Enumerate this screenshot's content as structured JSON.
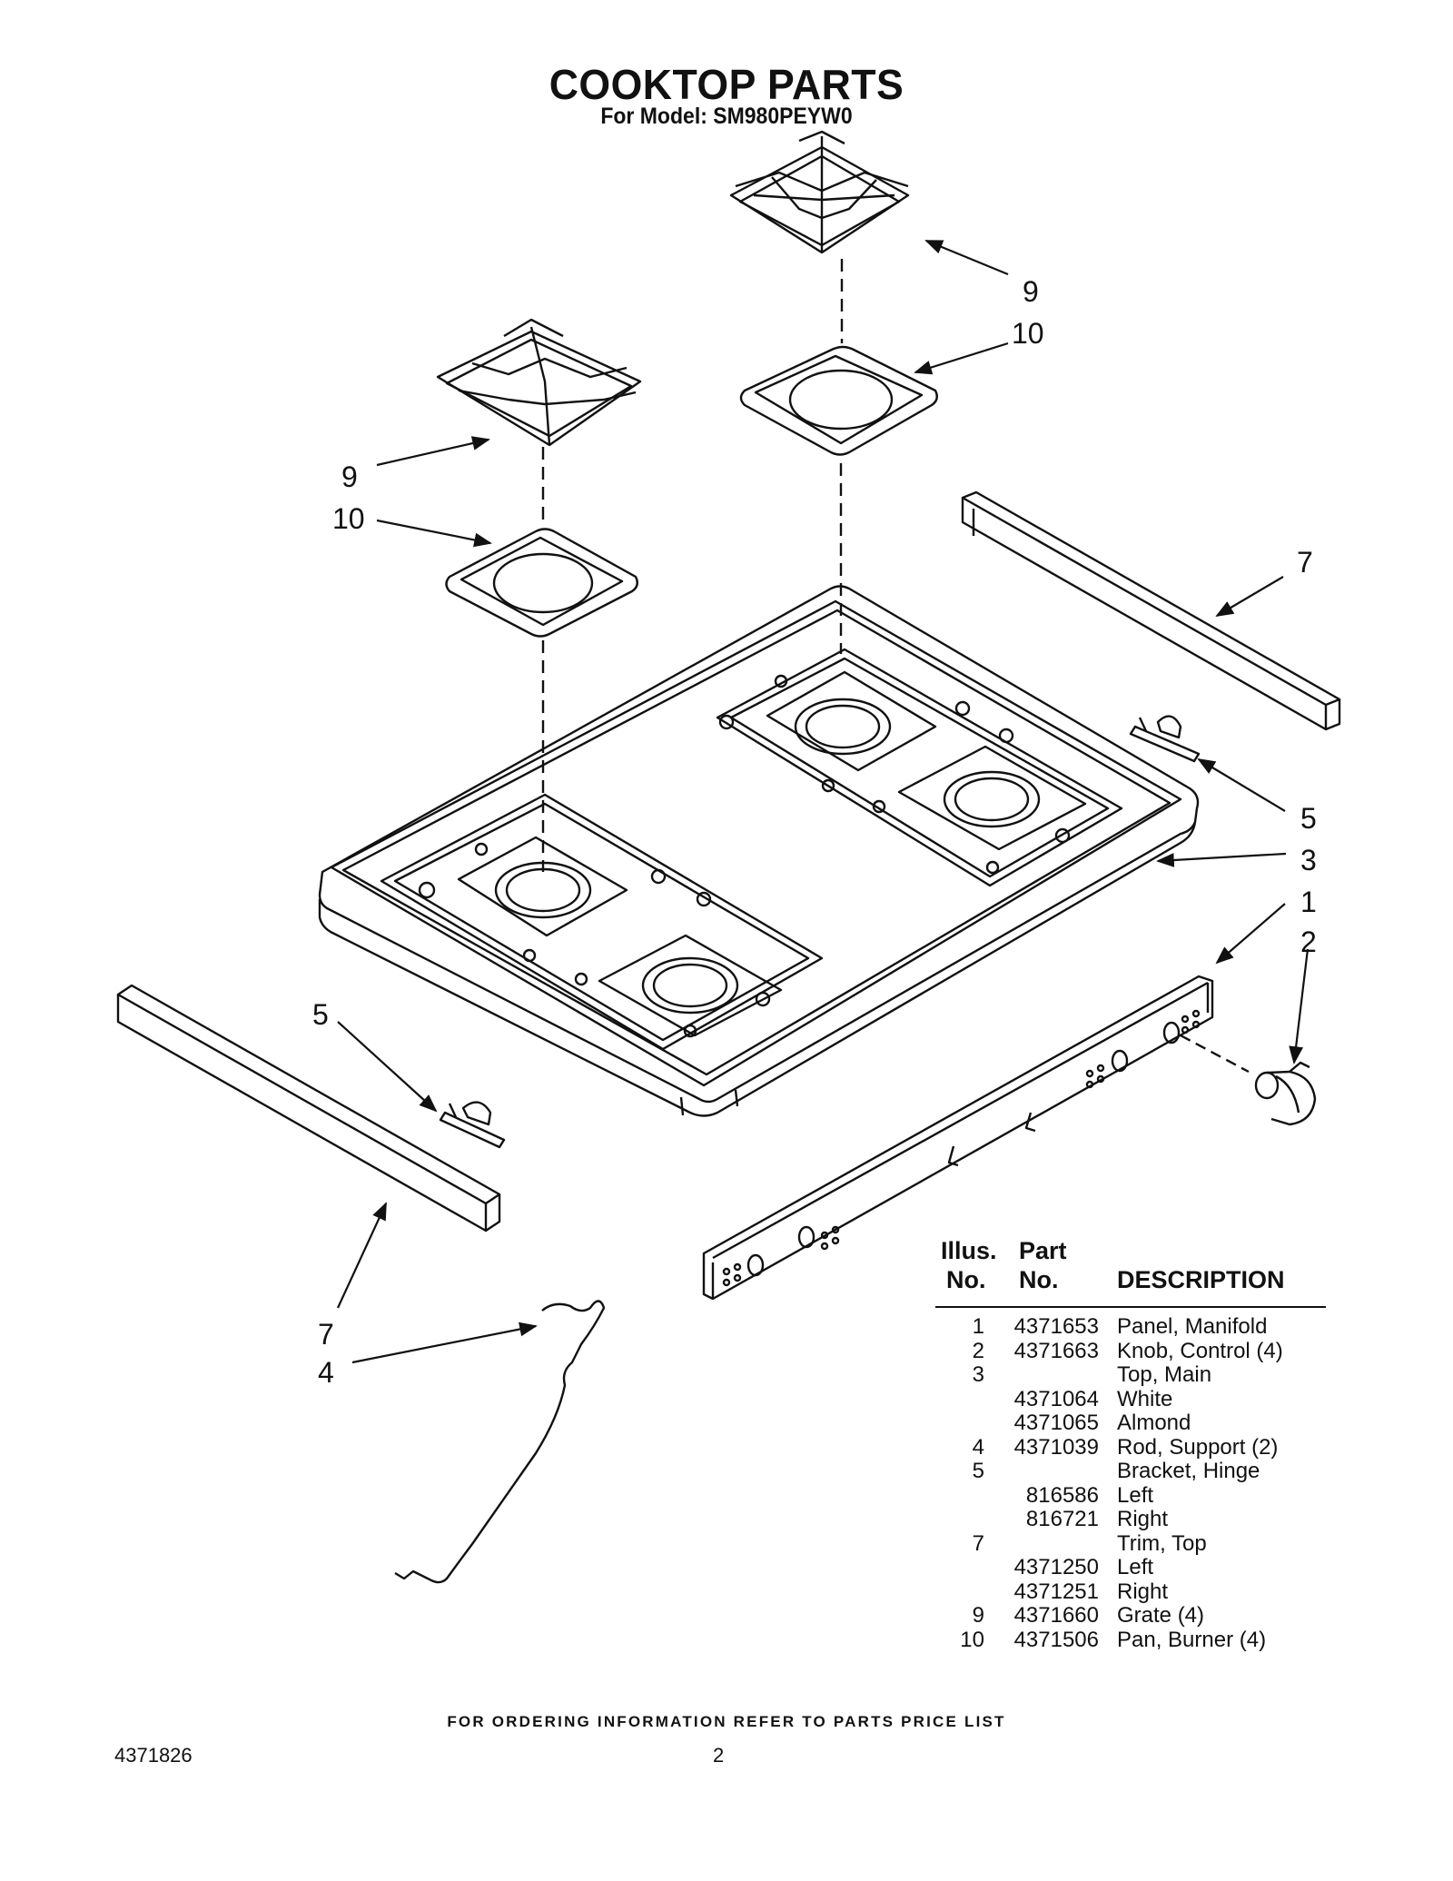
{
  "header": {
    "title": "COOKTOP PARTS",
    "model_line": "For Model: SM980PEYW0"
  },
  "callouts": {
    "grate_right": "9",
    "pan_right": "10",
    "grate_left": "9",
    "pan_left": "10",
    "trim_right": "7",
    "bracket_right": "5",
    "top_main": "3",
    "panel": "1",
    "knob": "2",
    "bracket_left": "5",
    "trim_left": "7",
    "rod": "4"
  },
  "table": {
    "header": {
      "illus_line1": "Illus.",
      "illus_line2": "No.",
      "part_line1": "Part",
      "part_line2": "No.",
      "description": "DESCRIPTION"
    },
    "rows": [
      {
        "illus": "1",
        "part": "4371653",
        "desc": "Panel, Manifold"
      },
      {
        "illus": "2",
        "part": "4371663",
        "desc": "Knob, Control (4)"
      },
      {
        "illus": "3",
        "part": "",
        "desc": "Top, Main"
      },
      {
        "illus": "",
        "part": "4371064",
        "desc": "White"
      },
      {
        "illus": "",
        "part": "4371065",
        "desc": "Almond"
      },
      {
        "illus": "4",
        "part": "4371039",
        "desc": "Rod, Support (2)"
      },
      {
        "illus": "5",
        "part": "",
        "desc": "Bracket, Hinge"
      },
      {
        "illus": "",
        "part": "816586",
        "desc": "Left"
      },
      {
        "illus": "",
        "part": "816721",
        "desc": "Right"
      },
      {
        "illus": "7",
        "part": "",
        "desc": "Trim, Top"
      },
      {
        "illus": "",
        "part": "4371250",
        "desc": "Left"
      },
      {
        "illus": "",
        "part": "4371251",
        "desc": "Right"
      },
      {
        "illus": "9",
        "part": "4371660",
        "desc": "Grate (4)"
      },
      {
        "illus": "10",
        "part": "4371506",
        "desc": "Pan, Burner (4)"
      }
    ]
  },
  "footer": {
    "ordering_note": "FOR ORDERING INFORMATION REFER TO PARTS PRICE LIST",
    "doc_number": "4371826",
    "page_number": "2"
  }
}
